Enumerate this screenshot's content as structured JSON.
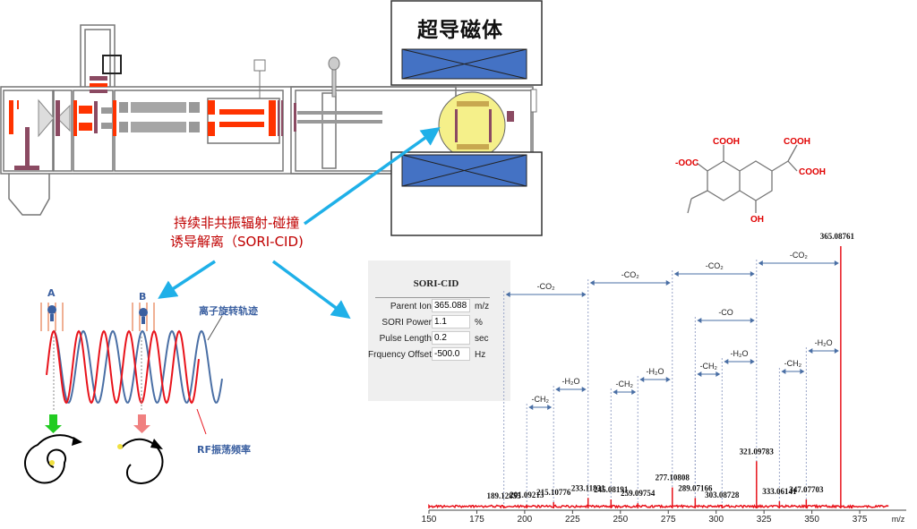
{
  "instrument": {
    "magnet_label": "超导磁体",
    "colors": {
      "electrode": "#ff3300",
      "lens": "#8b4a62",
      "rod": "#a6a6a6",
      "magnet": "#4472c4",
      "cell": "#f5f08a",
      "arrow": "#1fb0e8"
    }
  },
  "sori_title": {
    "line1": "持续非共振辐射-碰撞",
    "line2": "诱导解离（SORI-CID)",
    "color": "#c00000"
  },
  "molecule": {
    "groups": [
      "COOH",
      "COOH",
      "COOH",
      "-OOC",
      "OH"
    ],
    "color": "#e00000"
  },
  "sori_panel": {
    "title": "SORI-CID",
    "params": [
      {
        "label": "Parent Ion",
        "value": "365.088",
        "unit": "m/z"
      },
      {
        "label": "SORI Power",
        "value": "1.1",
        "unit": "%"
      },
      {
        "label": "Pulse Length",
        "value": "0.2",
        "unit": "sec"
      },
      {
        "label": "Frquency Offset",
        "value": "-500.0",
        "unit": "Hz"
      }
    ]
  },
  "wave_diagram": {
    "label_a": "A",
    "label_b": "B",
    "ion_trajectory_label": "离子旋转轨迹",
    "rf_label": "RF振荡频率",
    "colors": {
      "ion": "#4a6fa5",
      "rf": "#e8131b",
      "a_arrow": "#22cc22",
      "b_arrow": "#f08080"
    }
  },
  "chart_data": {
    "type": "bar",
    "xlabel": "m/z",
    "xlim": [
      150,
      390
    ],
    "xticks": [
      150,
      175,
      200,
      225,
      250,
      275,
      300,
      325,
      350,
      375
    ],
    "ylim": [
      0,
      100
    ],
    "grid": false,
    "color": "#e8131b",
    "peaks": [
      {
        "mz": 189.12855,
        "intensity": 1.0,
        "label": "189.12855"
      },
      {
        "mz": 201.09213,
        "intensity": 1.4,
        "label": "201.09213"
      },
      {
        "mz": 215.10776,
        "intensity": 2.4,
        "label": "215.10776"
      },
      {
        "mz": 233.11831,
        "intensity": 4.0,
        "label": "233.11831"
      },
      {
        "mz": 245.08191,
        "intensity": 3.4,
        "label": "245.08191"
      },
      {
        "mz": 259.09754,
        "intensity": 2.0,
        "label": "259.09754"
      },
      {
        "mz": 277.10808,
        "intensity": 8.0,
        "label": "277.10808"
      },
      {
        "mz": 289.07166,
        "intensity": 4.0,
        "label": "289.07166"
      },
      {
        "mz": 303.08728,
        "intensity": 1.4,
        "label": "303.08728"
      },
      {
        "mz": 321.09783,
        "intensity": 18.0,
        "label": "321.09783"
      },
      {
        "mz": 333.06141,
        "intensity": 2.7,
        "label": "333.06141"
      },
      {
        "mz": 347.07703,
        "intensity": 3.4,
        "label": "347.07703"
      },
      {
        "mz": 365.08761,
        "intensity": 100,
        "label": "365.08761"
      },
      {
        "mz": 371.0,
        "intensity": 1.0,
        "label": ""
      }
    ],
    "annotations": [
      {
        "from": 189.12855,
        "to": 233.11831,
        "label": "-CO₂"
      },
      {
        "from": 233.11831,
        "to": 277.10808,
        "label": "-CO₂"
      },
      {
        "from": 277.10808,
        "to": 321.09783,
        "label": "-CO₂"
      },
      {
        "from": 321.09783,
        "to": 365.08761,
        "label": "-CO₂"
      },
      {
        "from": 289.07166,
        "to": 321.09783,
        "label": "-CO"
      },
      {
        "from": 347.07703,
        "to": 365.08761,
        "label": "-H₂O"
      },
      {
        "from": 303.08728,
        "to": 321.09783,
        "label": "-H₂O"
      },
      {
        "from": 289.07166,
        "to": 303.08728,
        "label": "-CH₂"
      },
      {
        "from": 333.06141,
        "to": 347.07703,
        "label": "-CH₂"
      },
      {
        "from": 259.09754,
        "to": 277.10808,
        "label": "-H₂O"
      },
      {
        "from": 245.08191,
        "to": 259.09754,
        "label": "-CH₂"
      },
      {
        "from": 215.10776,
        "to": 233.11831,
        "label": "-H₂O"
      },
      {
        "from": 201.09213,
        "to": 215.10776,
        "label": "-CH₂"
      }
    ]
  }
}
